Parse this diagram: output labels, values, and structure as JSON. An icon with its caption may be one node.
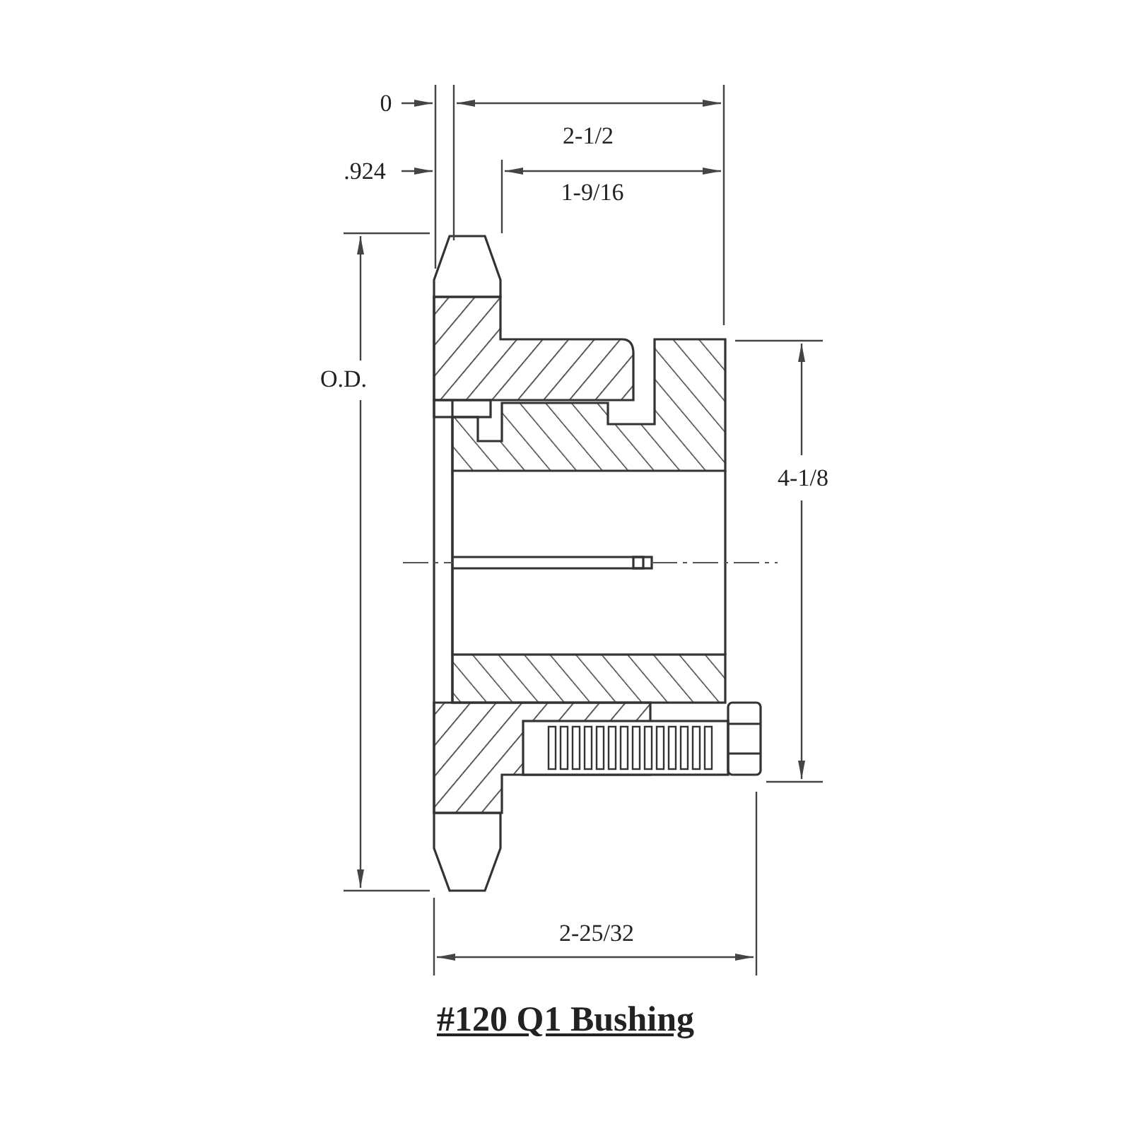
{
  "diagram": {
    "title": "#120 Q1 Bushing",
    "labels": [
      "0",
      "2-1/2",
      ".924",
      "1-9/16",
      "O.D.",
      "4-1/8",
      "2-25/32"
    ]
  }
}
